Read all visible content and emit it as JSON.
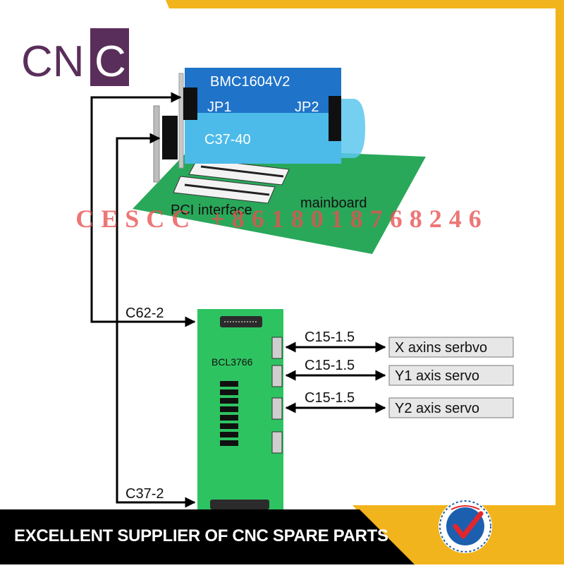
{
  "brand": {
    "logo_text": "CNC"
  },
  "top_card": {
    "title": "BMC1604V2",
    "jp1_label": "JP1",
    "jp2_label": "JP2",
    "connector_label": "C37-40",
    "pci_label": "PCI interface",
    "mainboard_label": "mainboard"
  },
  "bottom_board": {
    "title": "BCL3766",
    "top_cable_label": "C62-2",
    "bottom_cable_label": "C37-2"
  },
  "servo_links": [
    {
      "cable_label": "C15-1.5",
      "target_label": "X axins serbvo"
    },
    {
      "cable_label": "C15-1.5",
      "target_label": "Y1 axis servo"
    },
    {
      "cable_label": "C15-1.5",
      "target_label": "Y2 axis servo"
    }
  ],
  "watermark": "CESCC +8618018768246",
  "footer": {
    "tagline": "EXCELLENT SUPPLIER OF CNC SPARE PARTS"
  },
  "colors": {
    "card_blue": "#1f73c9",
    "card_light_blue": "#5cc7ee",
    "mainboard_green": "#29a85a",
    "board_green": "#2ec361",
    "logo_purple": "#5a2e5a",
    "gold": "#f2b41c",
    "footer_black": "#000000",
    "servo_box": "#e7e7e7",
    "badge_blue": "#1c5fae",
    "badge_red": "#e3262c"
  }
}
